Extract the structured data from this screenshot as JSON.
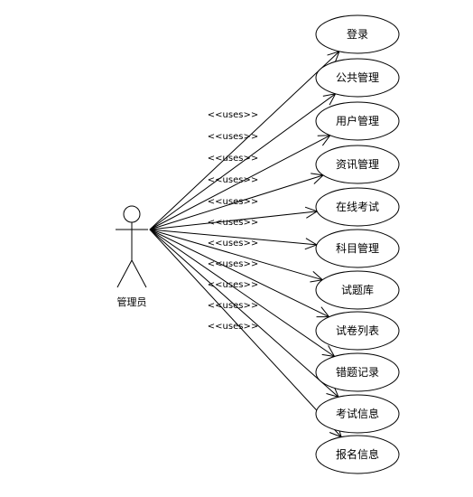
{
  "actor": {
    "name": "管理员"
  },
  "relation_label": "<<uses>>",
  "use_cases": [
    {
      "label": "登录"
    },
    {
      "label": "公共管理"
    },
    {
      "label": "用户管理"
    },
    {
      "label": "资讯管理"
    },
    {
      "label": "在线考试"
    },
    {
      "label": "科目管理"
    },
    {
      "label": "试题库"
    },
    {
      "label": "试卷列表"
    },
    {
      "label": "错题记录"
    },
    {
      "label": "考试信息"
    },
    {
      "label": "报名信息"
    }
  ],
  "colors": {
    "line": "#000000",
    "fill": "#ffffff"
  }
}
